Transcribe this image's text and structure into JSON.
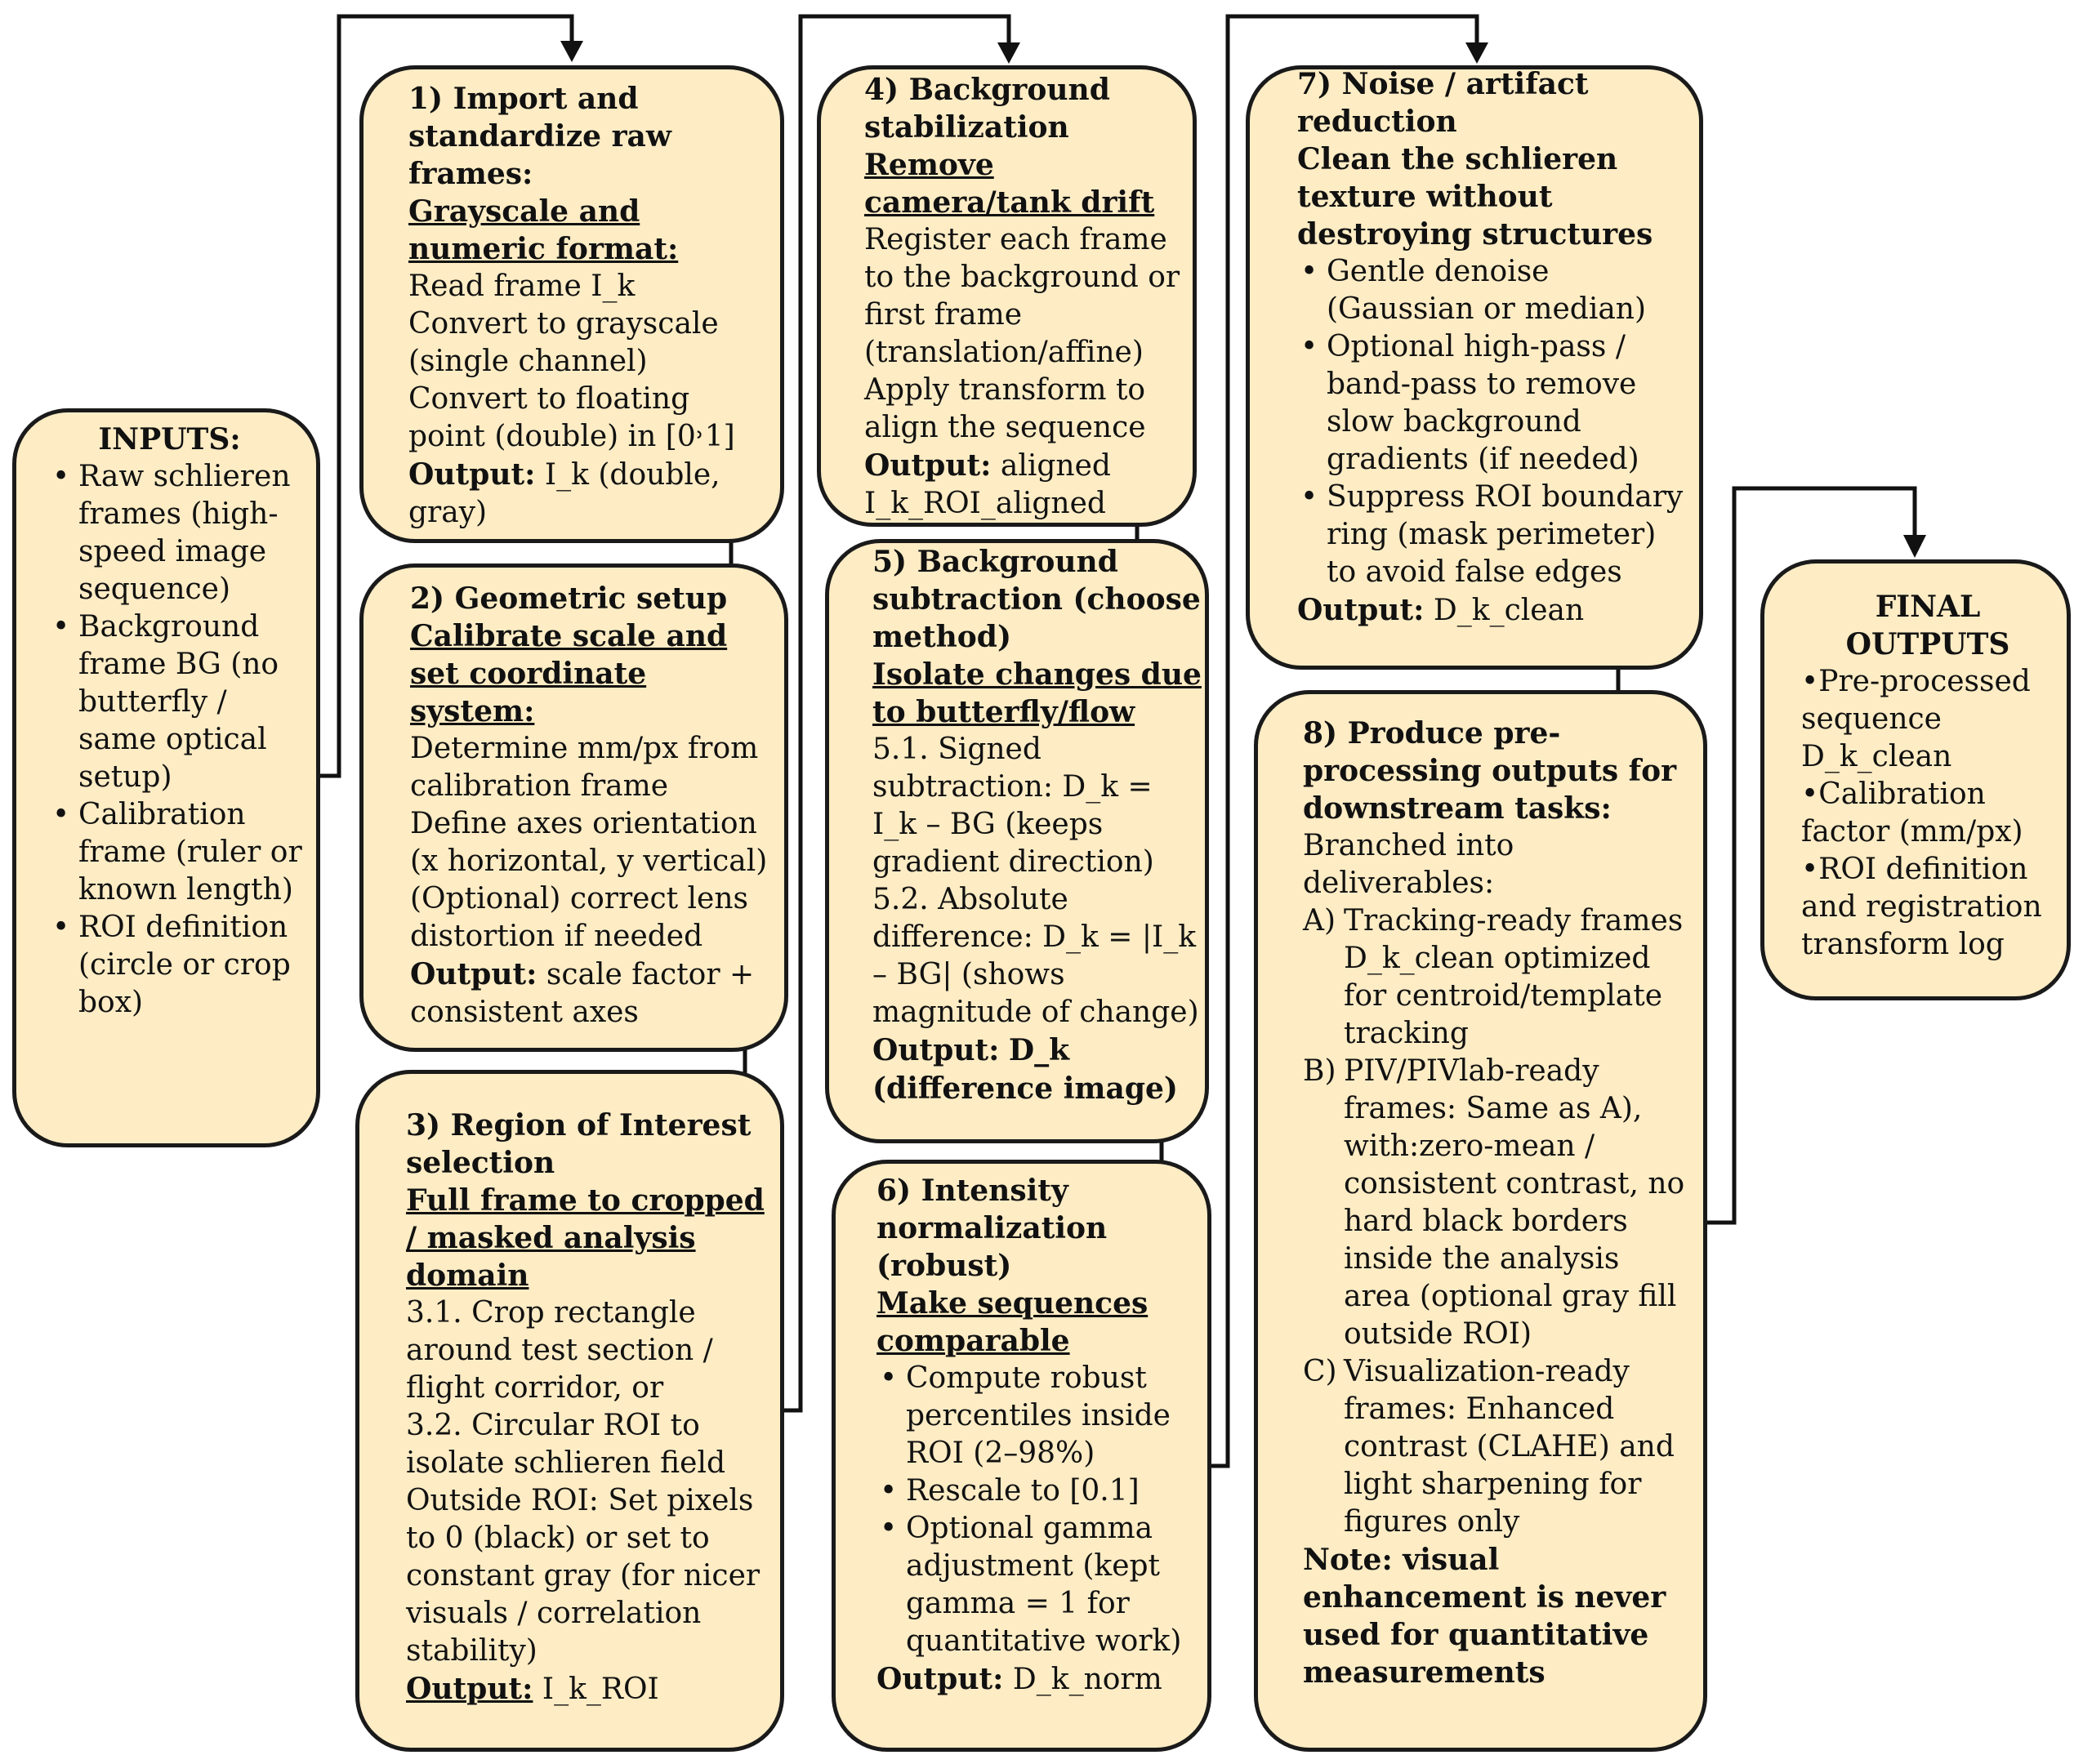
{
  "inputs": {
    "title": "INPUTS:",
    "items": [
      "Raw schlieren frames (high-speed image sequence)",
      "Background frame BG (no butterfly / same optical setup)",
      "Calibration frame (ruler or known length)",
      "ROI definition (circle or crop box)"
    ]
  },
  "step1": {
    "title": "1) Import and standardize raw frames:",
    "subtitle": "Grayscale and numeric format:",
    "lines": [
      "Read frame I_k",
      "Convert to grayscale (single channel)",
      "Convert to floating point (double) in [0˒1]"
    ],
    "output_label": "Output:",
    "output_value": "I_k (double, gray)"
  },
  "step2": {
    "title": "2) Geometric setup",
    "subtitle": "Calibrate scale and set coordinate system:",
    "lines": [
      "Determine mm/px from calibration frame",
      "Define axes orientation (x horizontal, y vertical)",
      "(Optional) correct lens distortion if needed"
    ],
    "output_label": "Output:",
    "output_value": "scale factor + consistent axes"
  },
  "step3": {
    "title": "3) Region of Interest selection",
    "subtitle": "Full frame to cropped / masked analysis domain",
    "lines": [
      "3.1. Crop rectangle around test section / flight corridor, or",
      "3.2. Circular ROI to isolate schlieren field",
      "Outside ROI: Set pixels to 0 (black) or set to constant gray (for nicer visuals / correlation stability)"
    ],
    "output_label": "Output:",
    "output_value": "I_k_ROI"
  },
  "step4": {
    "title": "4) Background stabilization",
    "subtitle": "Remove camera/tank drift",
    "lines": [
      "Register each frame to the background or first frame (translation/affine)",
      "Apply transform to align the sequence"
    ],
    "output_label": "Output:",
    "output_value": "aligned I_k_ROI_aligned"
  },
  "step5": {
    "title": "5) Background subtraction (choose method)",
    "subtitle": "Isolate changes due to butterfly/flow",
    "lines": [
      "5.1. Signed subtraction: D_k = I_k – BG (keeps gradient direction)",
      "5.2. Absolute difference: D_k = |I_k – BG| (shows magnitude of change)"
    ],
    "output_label": "Output:",
    "output_value": "D_k (difference image)"
  },
  "step6": {
    "title": "6) Intensity normalization (robust)",
    "subtitle": "Make sequences comparable",
    "items": [
      "Compute robust percentiles inside ROI (2–98%)",
      "Rescale to [0.1]",
      "Optional gamma adjustment (kept gamma = 1 for quantitative work)"
    ],
    "output_label": "Output:",
    "output_value": "D_k_norm"
  },
  "step7": {
    "title": "7) Noise / artifact reduction",
    "subtitle": "Clean the schlieren texture without destroying structures",
    "items": [
      "Gentle denoise (Gaussian or median)",
      "Optional high-pass / band-pass to remove slow background gradients (if needed)",
      "Suppress ROI boundary ring (mask perimeter) to avoid false edges"
    ],
    "output_label": "Output:",
    "output_value": "D_k_clean"
  },
  "step8": {
    "title": "8) Produce pre-processing outputs for downstream tasks:",
    "intro": "Branched into deliverables:",
    "items": [
      {
        "letter": "A)",
        "text": "Tracking-ready frames D_k_clean optimized for centroid/template tracking"
      },
      {
        "letter": "B)",
        "text": "PIV/PIVlab-ready frames:  Same as A), with:zero-mean / consistent contrast, no hard black borders inside the analysis area (optional gray fill outside ROI)"
      },
      {
        "letter": "C)",
        "text": "Visualization-ready frames: Enhanced contrast (CLAHE) and light sharpening for figures only"
      }
    ],
    "note": "Note: visual enhancement is never used for quantitative measurements"
  },
  "final": {
    "title": "FINAL OUTPUTS",
    "items": [
      "•Pre-processed sequence D_k_clean",
      "•Calibration factor (mm/px)",
      "•ROI definition and registration transform log"
    ]
  }
}
